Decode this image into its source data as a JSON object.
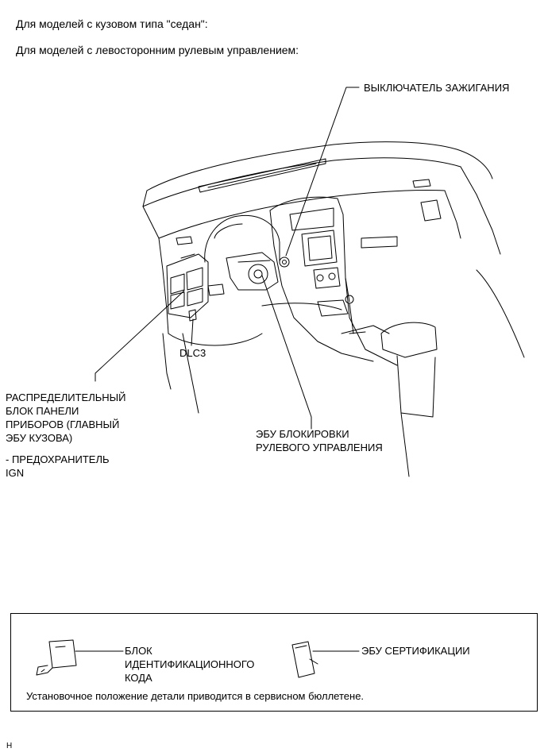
{
  "header": {
    "line1": "Для моделей с кузовом типа \"седан\":",
    "line2": "Для моделей с левосторонним рулевым управлением:"
  },
  "labels": {
    "ignition_switch": "ВЫКЛЮЧАТЕЛЬ ЗАЖИГАНИЯ",
    "dlc3": "DLC3",
    "junction_block": "РАСПРЕДЕЛИТЕЛЬНЫЙ\nБЛОК ПАНЕЛИ\nПРИБОРОВ (ГЛАВНЫЙ\nЭБУ КУЗОВА)",
    "fuse": "- ПРЕДОХРАНИТЕЛЬ\nIGN",
    "steering_lock_ecu": "ЭБУ БЛОКИРОВКИ\nРУЛЕВОГО УПРАВЛЕНИЯ"
  },
  "legend": {
    "id_code_box": "БЛОК\nИДЕНТИФИКАЦИОННОГО\nКОДА",
    "certification_ecu": "ЭБУ СЕРТИФИКАЦИИ",
    "note": "Установочное положение детали приводится в сервисном бюллетене."
  },
  "footer": {
    "code": "H"
  }
}
